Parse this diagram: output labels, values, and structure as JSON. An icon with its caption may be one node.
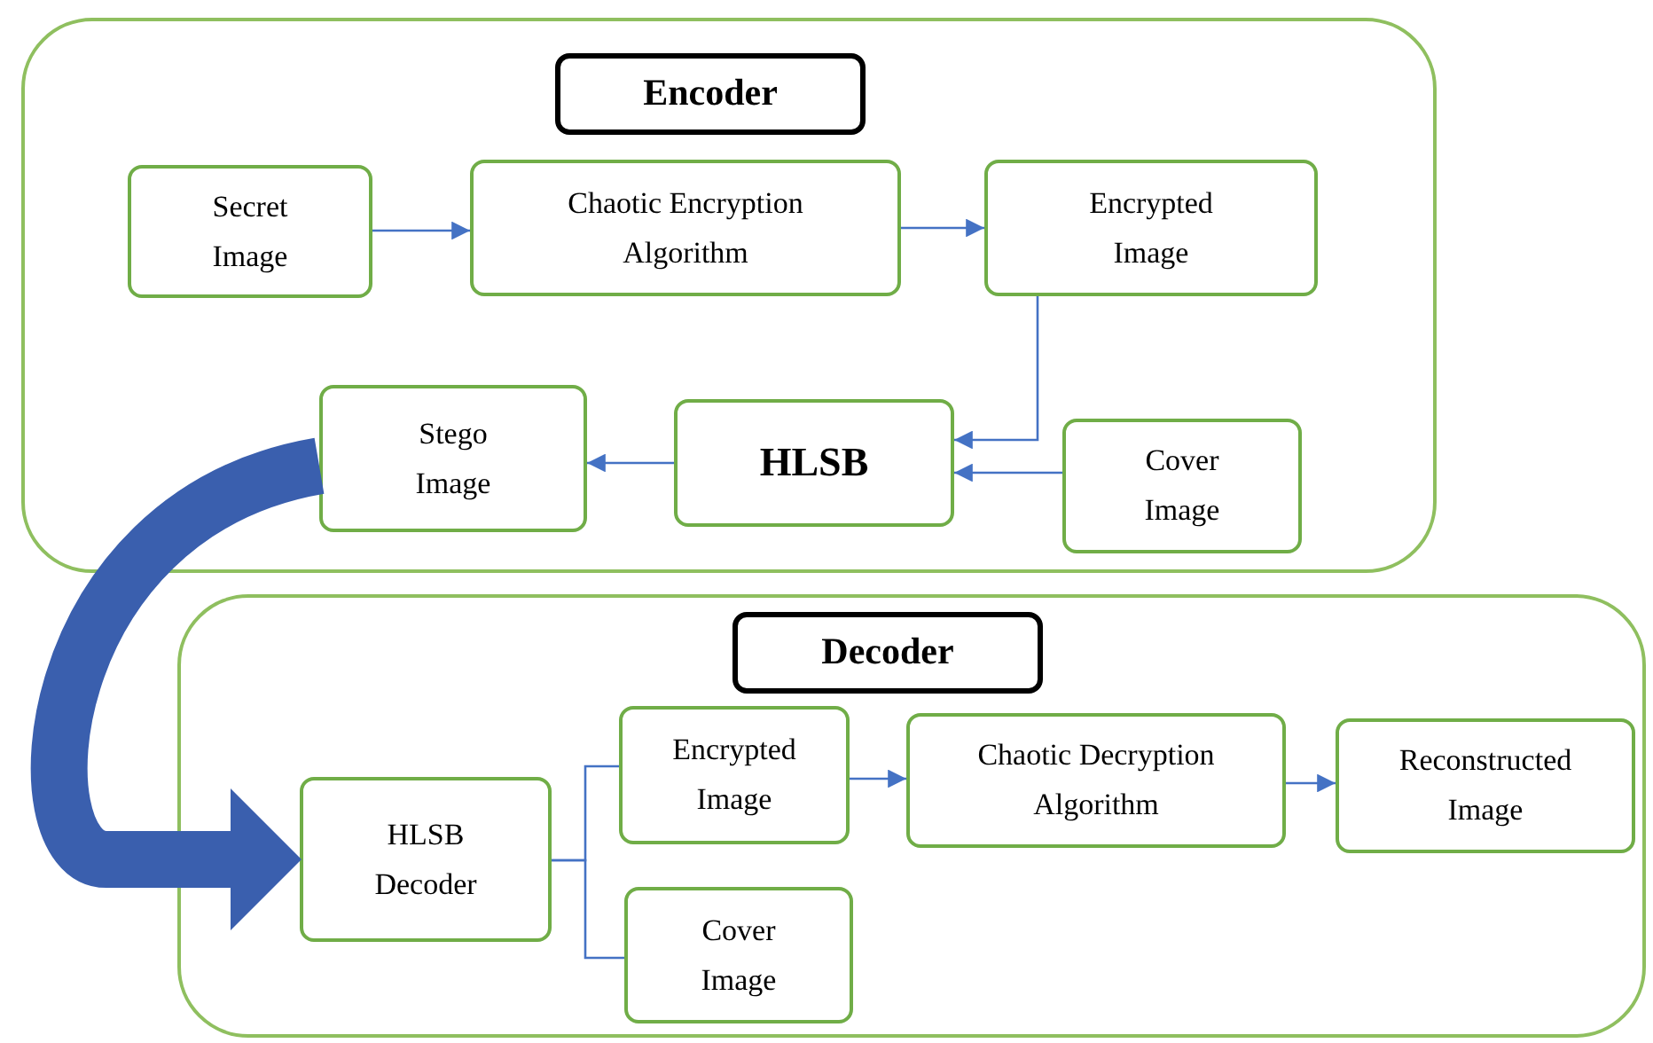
{
  "diagram": {
    "nodes": [
      {
        "text": [],
        "shape": "box"
      },
      {
        "text": [
          "Encoder"
        ],
        "in": 0
      },
      {
        "text": [
          "Secret Image"
        ],
        "in": 0
      },
      {
        "text": [
          "Chaotic Encryption Algorithm"
        ],
        "in": 0
      },
      {
        "text": [
          "Encrypted Image"
        ],
        "in": 0
      },
      {
        "text": [
          "Stego Image"
        ],
        "in": 0
      },
      {
        "text": [
          "HLSB"
        ],
        "in": 0
      },
      {
        "text": [
          "Cover Image"
        ],
        "in": 0
      },
      {
        "text": [],
        "shape": "box"
      },
      {
        "text": [
          "Decoder"
        ],
        "in": 8
      },
      {
        "text": [
          "HLSB Decoder"
        ],
        "in": 8
      },
      {
        "text": [
          "Encrypted Image"
        ],
        "in": 8
      },
      {
        "text": [
          "Chaotic Decryption Algorithm"
        ],
        "in": 8
      },
      {
        "text": [
          "Reconstructed Image"
        ],
        "in": 8
      },
      {
        "text": [
          "Cover Image"
        ],
        "in": 8
      }
    ],
    "edges": [
      {
        "from": 2,
        "to": 3,
        "arrow": "to"
      },
      {
        "from": 3,
        "to": 4,
        "arrow": "to"
      },
      {
        "from": 4,
        "to": 6,
        "arrow": "to"
      },
      {
        "from": 7,
        "to": 6,
        "arrow": "to"
      },
      {
        "from": 6,
        "to": 5,
        "arrow": "to"
      },
      {
        "from": 5,
        "to": 10,
        "arrow": "to",
        "style": "thick",
        "color": "#3a5fae"
      },
      {
        "from": 10,
        "to": 11,
        "arrow": "none"
      },
      {
        "from": 10,
        "to": 14,
        "arrow": "none"
      },
      {
        "from": 11,
        "to": 12,
        "arrow": "to"
      },
      {
        "from": 12,
        "to": 13,
        "arrow": "to"
      }
    ]
  }
}
